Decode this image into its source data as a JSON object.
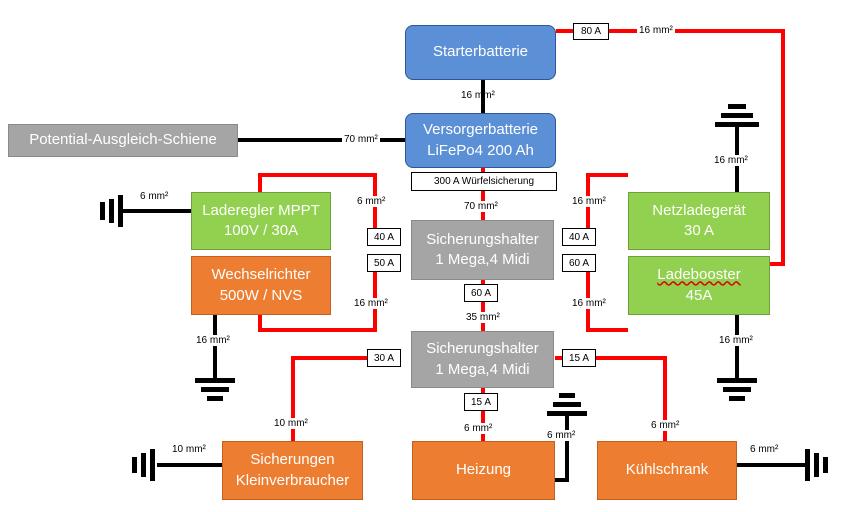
{
  "boxes": {
    "starterbatterie": "Starterbatterie",
    "versorger": "Versorgerbatterie\nLiFePo4 200 Ah",
    "potential": "Potential-Ausgleich-Schiene",
    "laderegler": "Laderegler MPPT\n100V / 30A",
    "wechselrichter": "Wechselrichter\n500W / NVS",
    "sich1": "Sicherungshalter\n1 Mega,4 Midi",
    "sich2": "Sicherungshalter\n1 Mega,4 Midi",
    "netzlade": "Netzladegerät\n30 A",
    "ladebooster_line1": "Ladebooster",
    "ladebooster_line2": "45A",
    "kleinverbraucher": "Sicherungen\nKleinverbraucher",
    "heizung": "Heizung",
    "kuehlschrank": "Kühlschrank"
  },
  "fuses": {
    "f80": "80 A",
    "wuerfel": "300 A Würfelsicherung",
    "f40l": "40 A",
    "f50l": "50 A",
    "f40r": "40 A",
    "f60r": "60 A",
    "f60m": "60 A",
    "f30": "30 A",
    "f15r": "15 A",
    "f15m": "15 A"
  },
  "labels": {
    "c16_top": "16 mm²",
    "c16_starter": "16 mm²",
    "c70_pot": "70 mm²",
    "c16_netz_ground": "16 mm²",
    "c6_mppt_ground": "6 mm²",
    "c6_mppt": "6 mm²",
    "c70_main": "70 mm²",
    "c16_netz": "16 mm²",
    "c16_wr": "16 mm²",
    "c16_boost": "16 mm²",
    "c16_wr_ground": "16 mm²",
    "c35": "35 mm²",
    "c16_boost_ground": "16 mm²",
    "c10_klein": "10 mm²",
    "c6_heiz": "6 mm²",
    "c6_heiz_ground": "6 mm²",
    "c6_kuehl": "6 mm²",
    "c10_klein_ground": "10 mm²",
    "c6_kuehl_ground": "6 mm²"
  },
  "colors": {
    "positive_wire": "#ff0000",
    "negative_wire": "#000000",
    "battery_blue": "#5b8fd6",
    "fuse_gray": "#a5a5a5",
    "charger_green": "#92d050",
    "consumer_orange": "#ed7d31"
  }
}
